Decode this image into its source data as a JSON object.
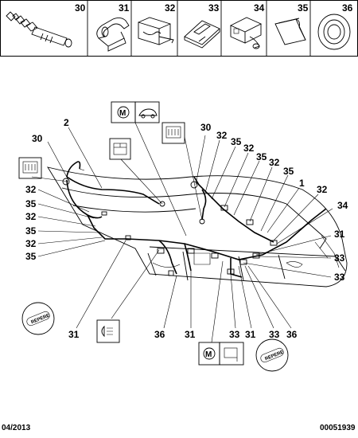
{
  "header_cells": [
    {
      "number": "30",
      "icon": "grommet-plug-icon"
    },
    {
      "number": "31",
      "icon": "harness-clip-icon"
    },
    {
      "number": "32",
      "icon": "edge-clip-icon"
    },
    {
      "number": "33",
      "icon": "flat-clip-icon"
    },
    {
      "number": "34",
      "icon": "connector-clip-icon"
    },
    {
      "number": "35",
      "icon": "sleeve-icon"
    },
    {
      "number": "36",
      "icon": "round-grommet-icon"
    }
  ],
  "callouts": [
    {
      "id": "c2",
      "text": "2"
    },
    {
      "id": "c30a",
      "text": "30"
    },
    {
      "id": "c32a",
      "text": "32"
    },
    {
      "id": "c35a",
      "text": "35"
    },
    {
      "id": "c32b",
      "text": "32"
    },
    {
      "id": "c35b",
      "text": "35"
    },
    {
      "id": "c32c",
      "text": "32"
    },
    {
      "id": "c35c",
      "text": "35"
    },
    {
      "id": "c31a",
      "text": "31"
    },
    {
      "id": "c36a",
      "text": "36"
    },
    {
      "id": "c31b",
      "text": "31"
    },
    {
      "id": "c30b",
      "text": "30"
    },
    {
      "id": "c32d",
      "text": "32"
    },
    {
      "id": "c35d",
      "text": "35"
    },
    {
      "id": "c32e",
      "text": "32"
    },
    {
      "id": "c35e",
      "text": "35"
    },
    {
      "id": "c32f",
      "text": "32"
    },
    {
      "id": "c35f",
      "text": "35"
    },
    {
      "id": "c1",
      "text": "1"
    },
    {
      "id": "c32g",
      "text": "32"
    },
    {
      "id": "c34",
      "text": "34"
    },
    {
      "id": "c31c",
      "text": "31"
    },
    {
      "id": "c33a",
      "text": "33"
    },
    {
      "id": "c33b",
      "text": "33"
    },
    {
      "id": "c33c",
      "text": "33"
    },
    {
      "id": "c31d",
      "text": "31"
    },
    {
      "id": "c33d",
      "text": "33"
    },
    {
      "id": "c36b",
      "text": "36"
    }
  ],
  "repere_badges": [
    {
      "text": "REPERE"
    },
    {
      "text": "REPERE"
    }
  ],
  "footer": {
    "date": "04/2013",
    "reference": "00051939"
  }
}
